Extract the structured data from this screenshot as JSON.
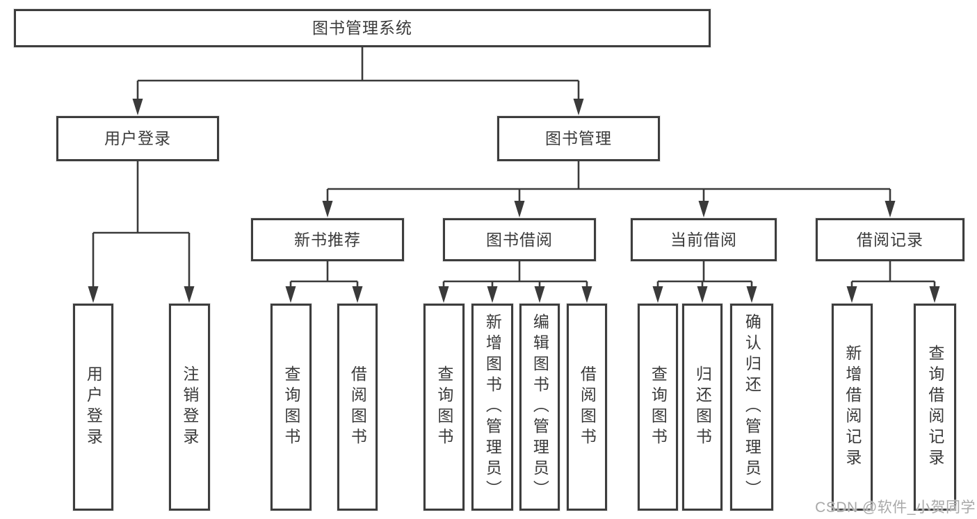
{
  "colors": {
    "line": "#3a3a3a",
    "border": "#3d3d3d",
    "text": "#3a3a3a",
    "watermark": "#a8a8a8",
    "bg": "#ffffff"
  },
  "watermark": {
    "text": "CSDN @软件_小贺同学"
  },
  "tree": {
    "label": "图书管理系统",
    "children": [
      {
        "label": "用户登录",
        "children": [
          {
            "label": "用户登录"
          },
          {
            "label": "注销登录"
          }
        ]
      },
      {
        "label": "图书管理",
        "children": [
          {
            "label": "新书推荐",
            "children": [
              {
                "label": "查询图书"
              },
              {
                "label": "借阅图书"
              }
            ]
          },
          {
            "label": "图书借阅",
            "children": [
              {
                "label": "查询图书"
              },
              {
                "label": "新增图书（管理员）"
              },
              {
                "label": "编辑图书（管理员）"
              },
              {
                "label": "借阅图书"
              }
            ]
          },
          {
            "label": "当前借阅",
            "children": [
              {
                "label": "查询图书"
              },
              {
                "label": "归还图书"
              },
              {
                "label": "确认归还（管理员）"
              }
            ]
          },
          {
            "label": "借阅记录",
            "children": [
              {
                "label": "新增借阅记录"
              },
              {
                "label": "查询借阅记录"
              }
            ]
          }
        ]
      }
    ]
  }
}
